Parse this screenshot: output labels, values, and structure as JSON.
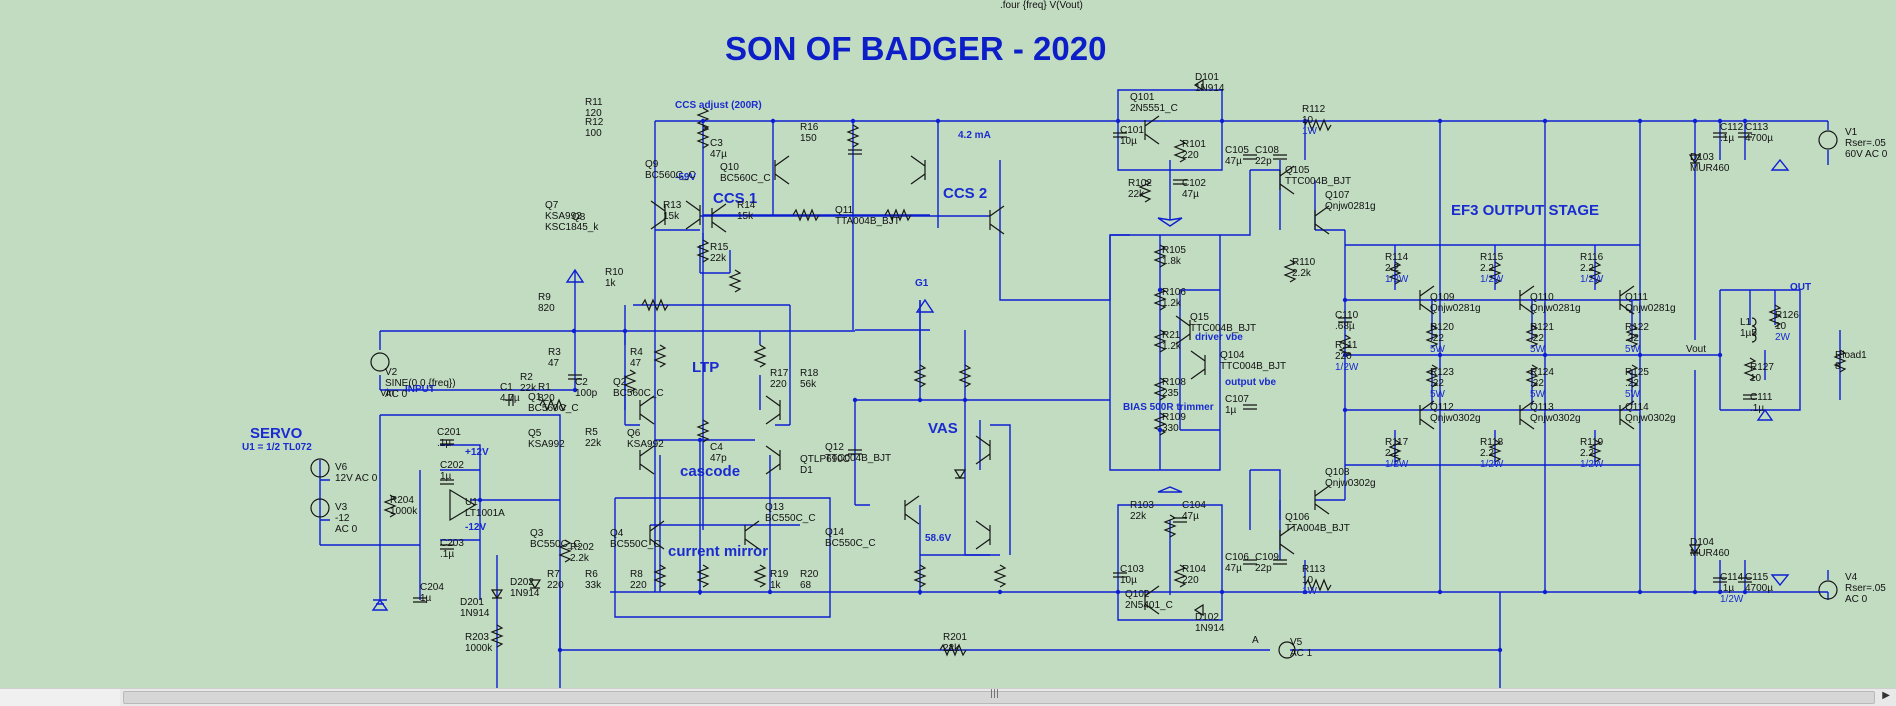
{
  "header": {
    "plot_expression": ".four {freq}  V(Vout)",
    "title": "SON OF BADGER - 2020"
  },
  "sections": {
    "servo": "SERVO",
    "servo_note": "U1 = 1/2 TL072",
    "ltp": "LTP",
    "ccs1": "CCS 1",
    "ccs2": "CCS 2",
    "vas": "VAS",
    "cascode": "cascode",
    "current_mirror": "current mirror",
    "output_stage": "EF3 OUTPUT STAGE"
  },
  "notes": {
    "ccs_adjust": "CCS adjust (200R)",
    "minus59": "-59V",
    "current_4ma2": "4.2 mA",
    "v58_6": "58.6V",
    "bias": "BIAS 500R trimmer",
    "driver_vbe": "driver vbe",
    "output_vbe": "output vbe",
    "input": "INPUT",
    "g1": "G1",
    "out": "OUT",
    "vout": "Vout",
    "vin": "Vin",
    "plus12": "+12V",
    "minus12": "-12V",
    "a": "A"
  },
  "labels": [
    [
      "R11",
      "120",
      "",
      [
        585,
        105
      ]
    ],
    [
      "R12",
      "100",
      "",
      [
        585,
        125
      ]
    ],
    [
      "Q9",
      "BC560C_C",
      "",
      [
        645,
        167
      ]
    ],
    [
      "Q7",
      "KSA992",
      "KSC1845_k",
      [
        545,
        208
      ]
    ],
    [
      "Q8",
      "",
      "",
      [
        572,
        220
      ]
    ],
    [
      "C3",
      "47µ",
      "",
      [
        710,
        146
      ]
    ],
    [
      "Q10",
      "BC560C_C",
      "",
      [
        720,
        170
      ]
    ],
    [
      "R13",
      "15k",
      "",
      [
        663,
        208
      ]
    ],
    [
      "R14",
      "15k",
      "",
      [
        737,
        208
      ]
    ],
    [
      "R16",
      "150",
      "",
      [
        800,
        130
      ]
    ],
    [
      "Q11",
      "TTA004B_BJT",
      "",
      [
        835,
        213
      ]
    ],
    [
      "R15",
      "22k",
      "",
      [
        710,
        250
      ]
    ],
    [
      "R10",
      "1k",
      "",
      [
        605,
        275
      ]
    ],
    [
      "R9",
      "820",
      "",
      [
        538,
        300
      ]
    ],
    [
      "R3",
      "47",
      "",
      [
        548,
        355
      ]
    ],
    [
      "R2",
      "22k",
      "",
      [
        520,
        380
      ]
    ],
    [
      "R4",
      "47",
      "",
      [
        630,
        355
      ]
    ],
    [
      "Q1",
      "BC560C_C",
      "",
      [
        528,
        400
      ]
    ],
    [
      "Q2",
      "BC560C_C",
      "",
      [
        613,
        385
      ]
    ],
    [
      "R5",
      "22k",
      "",
      [
        585,
        435
      ]
    ],
    [
      "Q5",
      "KSA992",
      "",
      [
        528,
        436
      ]
    ],
    [
      "Q6",
      "KSA992",
      "",
      [
        627,
        436
      ]
    ],
    [
      "Q3",
      "BC550C_C",
      "",
      [
        530,
        536
      ]
    ],
    [
      "Q4",
      "BC550C_C",
      "",
      [
        610,
        536
      ]
    ],
    [
      "R7",
      "220",
      "",
      [
        547,
        577
      ]
    ],
    [
      "R6",
      "33k",
      "",
      [
        585,
        577
      ]
    ],
    [
      "R8",
      "220",
      "",
      [
        630,
        577
      ]
    ],
    [
      "R17",
      "220",
      "",
      [
        770,
        376
      ]
    ],
    [
      "R18",
      "56k",
      "",
      [
        800,
        376
      ]
    ],
    [
      "C4",
      "47p",
      "",
      [
        710,
        450
      ]
    ],
    [
      "Q12",
      "TTC004B_BJT",
      "",
      [
        825,
        450
      ]
    ],
    [
      "QTLP690C",
      "D1",
      "",
      [
        800,
        462
      ]
    ],
    [
      "Q13",
      "BC550C_C",
      "",
      [
        765,
        510
      ]
    ],
    [
      "Q14",
      "BC550C_C",
      "",
      [
        825,
        535
      ]
    ],
    [
      "R19",
      "1k",
      "",
      [
        770,
        577
      ]
    ],
    [
      "R20",
      "68",
      "",
      [
        800,
        577
      ]
    ],
    [
      "C1",
      "4.7µ",
      "",
      [
        500,
        390
      ]
    ],
    [
      "R1",
      "820",
      "",
      [
        538,
        390
      ]
    ],
    [
      "C2",
      "100p",
      "",
      [
        575,
        385
      ]
    ],
    [
      "V2",
      "SINE(0 0 {freq})",
      "AC 0",
      [
        385,
        375
      ]
    ],
    [
      "V6",
      "12V AC 0",
      "",
      [
        335,
        470
      ]
    ],
    [
      "V3",
      "-12",
      "AC 0",
      [
        335,
        510
      ]
    ],
    [
      "C201",
      ".1µ",
      "",
      [
        437,
        435
      ]
    ],
    [
      "C202",
      "1µ",
      "",
      [
        440,
        468
      ]
    ],
    [
      "U1",
      "LT1001A",
      "",
      [
        465,
        505
      ]
    ],
    [
      "R204",
      "1000k",
      "",
      [
        390,
        503
      ]
    ],
    [
      "C203",
      ".1µ",
      "",
      [
        440,
        546
      ]
    ],
    [
      "C204",
      "1µ",
      "",
      [
        420,
        590
      ]
    ],
    [
      "D202",
      "1N914",
      "",
      [
        510,
        585
      ]
    ],
    [
      "D201",
      "1N914",
      "",
      [
        460,
        605
      ]
    ],
    [
      "R203",
      "1000k",
      "",
      [
        465,
        640
      ]
    ],
    [
      "R202",
      "2.2k",
      "",
      [
        570,
        550
      ]
    ],
    [
      "R201",
      "22k",
      "",
      [
        943,
        640
      ]
    ],
    [
      "Q101",
      "2N5551_C",
      "",
      [
        1130,
        100
      ]
    ],
    [
      "D101",
      "1N914",
      "",
      [
        1195,
        80
      ]
    ],
    [
      "C101",
      "10µ",
      "",
      [
        1120,
        133
      ]
    ],
    [
      "R101",
      "220",
      "",
      [
        1182,
        147
      ]
    ],
    [
      "R102",
      "22k",
      "",
      [
        1128,
        186
      ]
    ],
    [
      "C102",
      "47µ",
      "",
      [
        1182,
        186
      ]
    ],
    [
      "C105",
      "47µ",
      "",
      [
        1225,
        153
      ]
    ],
    [
      "C108",
      "22p",
      "",
      [
        1255,
        153
      ]
    ],
    [
      "R112",
      "10",
      "1W",
      [
        1302,
        112
      ]
    ],
    [
      "Q105",
      "TTC004B_BJT",
      "",
      [
        1285,
        173
      ]
    ],
    [
      "Q107",
      "Qnjw0281g",
      "",
      [
        1325,
        198
      ]
    ],
    [
      "R105",
      "1.8k",
      "",
      [
        1162,
        253
      ]
    ],
    [
      "R106",
      "1.2k",
      "",
      [
        1162,
        295
      ]
    ],
    [
      "R21",
      "1.2k",
      "",
      [
        1162,
        338
      ]
    ],
    [
      "Q15",
      "TTC004B_BJT",
      "",
      [
        1190,
        320
      ]
    ],
    [
      "Q104",
      "TTC004B_BJT",
      "",
      [
        1220,
        358
      ]
    ],
    [
      "R108",
      "235",
      "",
      [
        1162,
        385
      ]
    ],
    [
      "R109",
      "330",
      "",
      [
        1162,
        420
      ]
    ],
    [
      "C107",
      "1µ",
      "",
      [
        1225,
        402
      ]
    ],
    [
      "R110",
      "2.2k",
      "",
      [
        1292,
        265
      ]
    ],
    [
      "R111",
      "220",
      "1/2W",
      [
        1335,
        348
      ]
    ],
    [
      "C110",
      ".68µ",
      "",
      [
        1335,
        318
      ]
    ],
    [
      "R103",
      "22k",
      "",
      [
        1130,
        508
      ]
    ],
    [
      "C104",
      "47µ",
      "",
      [
        1182,
        508
      ]
    ],
    [
      "C103",
      "10µ",
      "",
      [
        1120,
        572
      ]
    ],
    [
      "R104",
      "220",
      "",
      [
        1182,
        572
      ]
    ],
    [
      "Q102",
      "2N5401_C",
      "",
      [
        1125,
        597
      ]
    ],
    [
      "D102",
      "1N914",
      "",
      [
        1195,
        620
      ]
    ],
    [
      "C106",
      "47µ",
      "",
      [
        1225,
        560
      ]
    ],
    [
      "C109",
      "22p",
      "",
      [
        1255,
        560
      ]
    ],
    [
      "Q108",
      "Qnjw0302g",
      "",
      [
        1325,
        475
      ]
    ],
    [
      "Q106",
      "TTA004B_BJT",
      "",
      [
        1285,
        520
      ]
    ],
    [
      "R113",
      "10",
      "1W",
      [
        1302,
        572
      ]
    ],
    [
      "R114",
      "2.2",
      "1/2W",
      [
        1385,
        260
      ]
    ],
    [
      "R115",
      "2.2",
      "1/2W",
      [
        1480,
        260
      ]
    ],
    [
      "R116",
      "2.2",
      "1/2W",
      [
        1580,
        260
      ]
    ],
    [
      "Q109",
      "Qnjw0281g",
      "",
      [
        1430,
        300
      ]
    ],
    [
      "Q110",
      "Qnjw0281g",
      "",
      [
        1530,
        300
      ]
    ],
    [
      "Q111",
      "Qnjw0281g",
      "",
      [
        1625,
        300
      ]
    ],
    [
      "R120",
      ".22",
      "5W",
      [
        1430,
        330
      ]
    ],
    [
      "R121",
      ".22",
      "5W",
      [
        1530,
        330
      ]
    ],
    [
      "R122",
      ".22",
      "5W",
      [
        1625,
        330
      ]
    ],
    [
      "R123",
      ".22",
      "5W",
      [
        1430,
        375
      ]
    ],
    [
      "R124",
      ".22",
      "5W",
      [
        1530,
        375
      ]
    ],
    [
      "R125",
      ".22",
      "5W",
      [
        1625,
        375
      ]
    ],
    [
      "Q112",
      "Qnjw0302g",
      "",
      [
        1430,
        410
      ]
    ],
    [
      "Q113",
      "Qnjw0302g",
      "",
      [
        1530,
        410
      ]
    ],
    [
      "Q114",
      "Qnjw0302g",
      "",
      [
        1625,
        410
      ]
    ],
    [
      "R117",
      "2.2",
      "1/2W",
      [
        1385,
        445
      ]
    ],
    [
      "R118",
      "2.2",
      "1/2W",
      [
        1480,
        445
      ]
    ],
    [
      "R119",
      "2.2",
      "1/2W",
      [
        1580,
        445
      ]
    ],
    [
      "C112",
      ".1µ",
      "",
      [
        1720,
        130
      ]
    ],
    [
      "C113",
      "4700µ",
      "",
      [
        1745,
        130
      ]
    ],
    [
      "V1",
      "Rser=.05",
      "60V  AC 0",
      [
        1845,
        135
      ]
    ],
    [
      "D103",
      "MUR460",
      "",
      [
        1690,
        160
      ]
    ],
    [
      "D104",
      "MUR460",
      "",
      [
        1690,
        545
      ]
    ],
    [
      "C114",
      ".1µ",
      "1/2W",
      [
        1720,
        580
      ]
    ],
    [
      "C115",
      "4700µ",
      "",
      [
        1745,
        580
      ]
    ],
    [
      "V4",
      "Rser=.05",
      "AC 0",
      [
        1845,
        580
      ]
    ],
    [
      "L1",
      "1µ5",
      "",
      [
        1740,
        325
      ]
    ],
    [
      "R126",
      "10",
      "2W",
      [
        1775,
        318
      ]
    ],
    [
      "R127",
      "10",
      "",
      [
        1750,
        370
      ]
    ],
    [
      "C111",
      ".1µ",
      "",
      [
        1750,
        400
      ]
    ],
    [
      "Rload1",
      "8",
      "",
      [
        1835,
        358
      ]
    ],
    [
      "V5",
      "AC 1",
      "",
      [
        1290,
        645
      ]
    ]
  ]
}
